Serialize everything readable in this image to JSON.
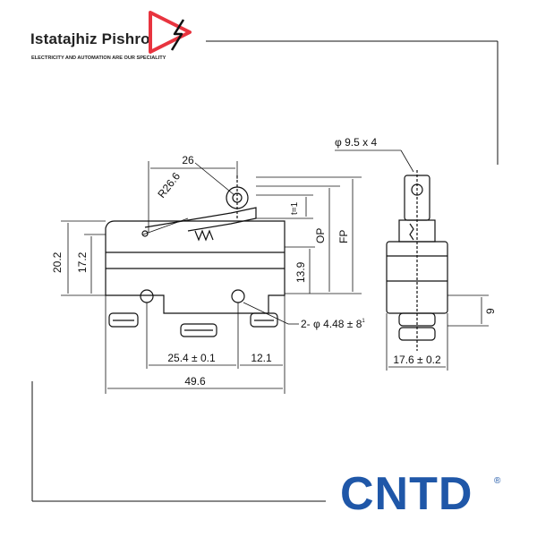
{
  "brand": {
    "name": "Istatajhiz Pishro",
    "tagline": "ELECTRICITY AND AUTOMATION ARE OUR SPECIALITY",
    "logo_icon": "play-lightning-logo",
    "accent": "#e8343f"
  },
  "maker": {
    "name": "CNTD",
    "registered": "®",
    "color": "#1f57a8"
  },
  "dimensions": {
    "top_width": "26",
    "radius": "R26.6",
    "roller": "φ 9.5 x 4",
    "t1": "t=1",
    "op": "OP",
    "fp": "FP",
    "h_20_2": "20.2",
    "h_17_2": "17.2",
    "h_13_9": "13.9",
    "hole_spacing": "25.4 ± 0.1",
    "side_offset": "12.1",
    "overall_width": "49.6",
    "mount_holes": "2- φ 4.48 ± 8",
    "mount_holes_sup": "1",
    "side_h_9": "9",
    "side_width": "17.6 ± 0.2"
  }
}
